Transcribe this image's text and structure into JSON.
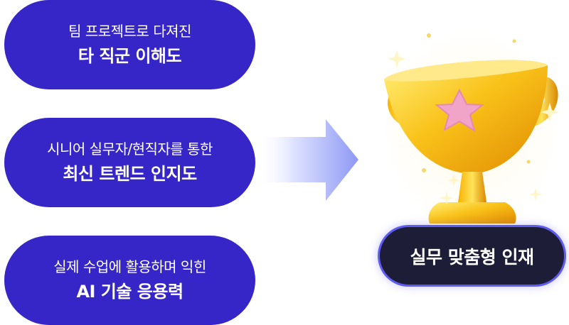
{
  "items": [
    {
      "sub": "팀 프로젝트로 다져진",
      "main": "타 직군 이해도"
    },
    {
      "sub": "시니어 실무자/현직자를 통한",
      "main": "최신 트렌드 인지도"
    },
    {
      "sub": "실제 수업에 활용하며 익힌",
      "main": "AI 기술 응용력"
    }
  ],
  "result": {
    "label": "실무 맞춤형 인재"
  },
  "icons": {
    "arrow": "right-arrow-icon",
    "trophy": "trophy-icon"
  },
  "colors": {
    "pill": "#3626c8",
    "badge_bg": "#1e1d37",
    "badge_border": "#5f5cf0",
    "trophy_gold": "#f5b800",
    "star": "#f2a3c8"
  }
}
